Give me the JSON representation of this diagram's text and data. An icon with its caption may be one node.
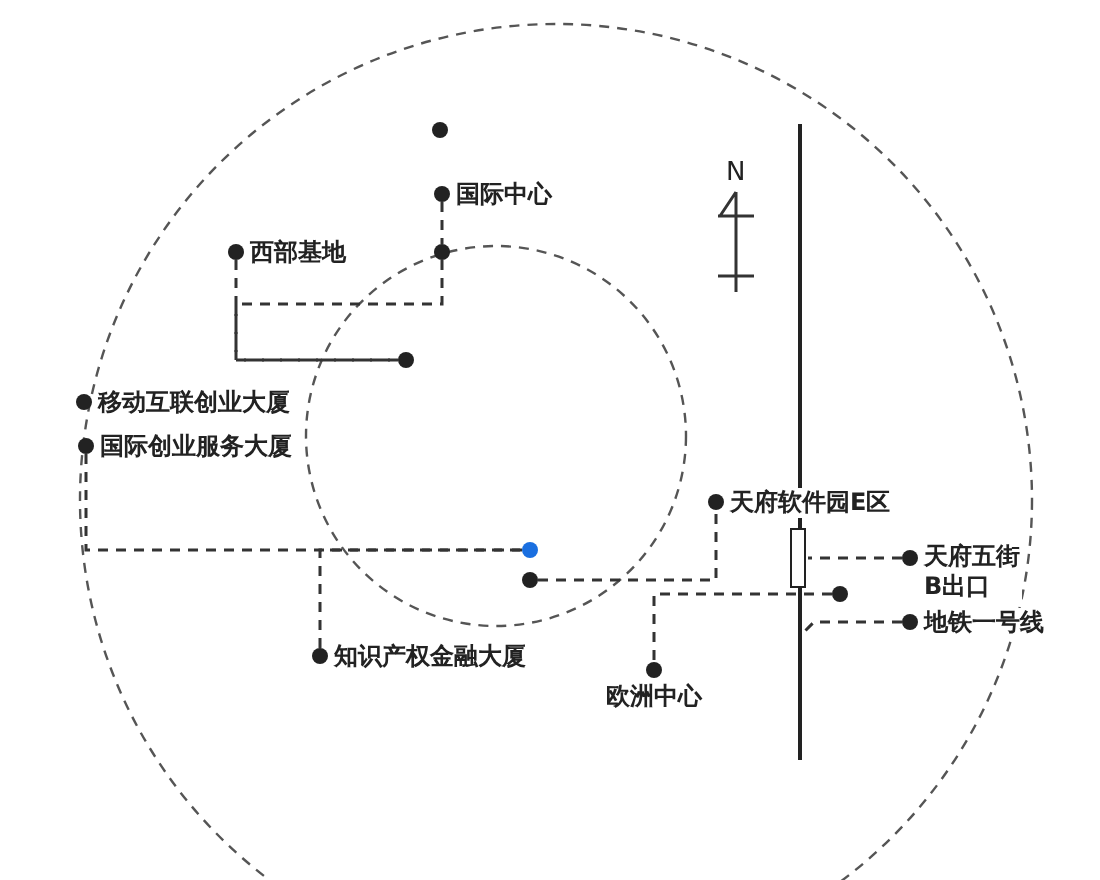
{
  "diagram": {
    "nodes": [
      {
        "text": [],
        "shape": "circle"
      },
      {
        "text": [
          "国际中心"
        ]
      },
      {
        "text": [],
        "shape": "circle"
      },
      {
        "text": [
          "西部基地"
        ]
      },
      {
        "text": [],
        "shape": "circle"
      },
      {
        "text": [
          "移动互联创业大厦"
        ]
      },
      {
        "text": [
          "国际创业服务大厦"
        ]
      },
      {
        "text": [
          "天府软件园E区"
        ]
      },
      {
        "text": [],
        "shape": "circle"
      },
      {
        "text": [],
        "shape": "box"
      },
      {
        "text": [
          "天府五街B出口"
        ]
      },
      {
        "text": [],
        "shape": "circle"
      },
      {
        "text": [],
        "shape": "circle"
      },
      {
        "text": [
          "地铁一号线"
        ]
      },
      {
        "text": [
          "知识产权金融大厦"
        ]
      },
      {
        "text": [
          "欧洲中心"
        ]
      }
    ],
    "edges": [
      {
        "from": 1,
        "to": 2,
        "arrow": "none",
        "style": "dashed"
      },
      {
        "from": 2,
        "to": 4,
        "arrow": "none",
        "style": "dashed"
      },
      {
        "from": 3,
        "to": 4,
        "arrow": "none",
        "style": "dashed"
      },
      {
        "from": 6,
        "to": 8,
        "arrow": "none",
        "style": "dashed"
      },
      {
        "from": 14,
        "to": 8,
        "arrow": "none",
        "style": "dashed"
      },
      {
        "from": 11,
        "to": 7,
        "arrow": "none",
        "style": "dashed"
      },
      {
        "from": 10,
        "to": 9,
        "arrow": "none",
        "style": "dashed"
      },
      {
        "from": 12,
        "to": 15,
        "arrow": "none",
        "style": "dashed"
      },
      {
        "from": 13,
        "to": null,
        "arrow": "none",
        "style": "dashed"
      }
    ],
    "labels": [
      "N"
    ]
  }
}
